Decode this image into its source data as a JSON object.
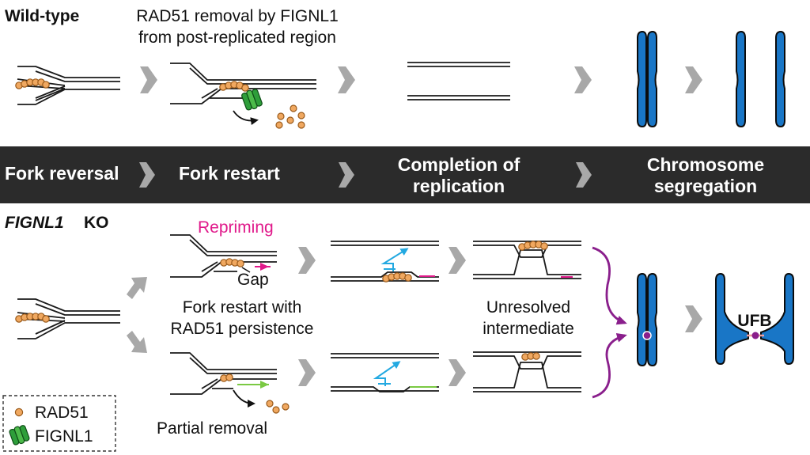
{
  "sections": {
    "wild_type_title": "Wild-type",
    "ko_title_gene": "FIGNL1",
    "ko_title_suffix": "KO"
  },
  "wild_type": {
    "caption_line1": "RAD51 removal by FIGNL1",
    "caption_line2": "from post-replicated region"
  },
  "band": {
    "fork_reversal": "Fork reversal",
    "fork_restart": "Fork restart",
    "completion_line1": "Completion of",
    "completion_line2": "replication",
    "segregation_line1": "Chromosome",
    "segregation_line2": "segregation"
  },
  "ko": {
    "repriming": "Repriming",
    "gap": "Gap",
    "fork_restart_line1": "Fork restart with",
    "fork_restart_line2": "RAD51 persistence",
    "unresolved_line1": "Unresolved",
    "unresolved_line2": "intermediate",
    "partial_removal": "Partial removal",
    "ufb": "UFB"
  },
  "legend": {
    "rad51": "RAD51",
    "fignl1": "FIGNL1"
  },
  "colors": {
    "band": "#2b2b2b",
    "rad51_fill": "#f0a860",
    "fignl1": "#2e9e3a",
    "chromosome": "#1976c6",
    "repriming": "#e0188a",
    "purple_arrow": "#8a1f8c",
    "primer_blue": "#23a9e1",
    "green_strand": "#7ac943"
  }
}
